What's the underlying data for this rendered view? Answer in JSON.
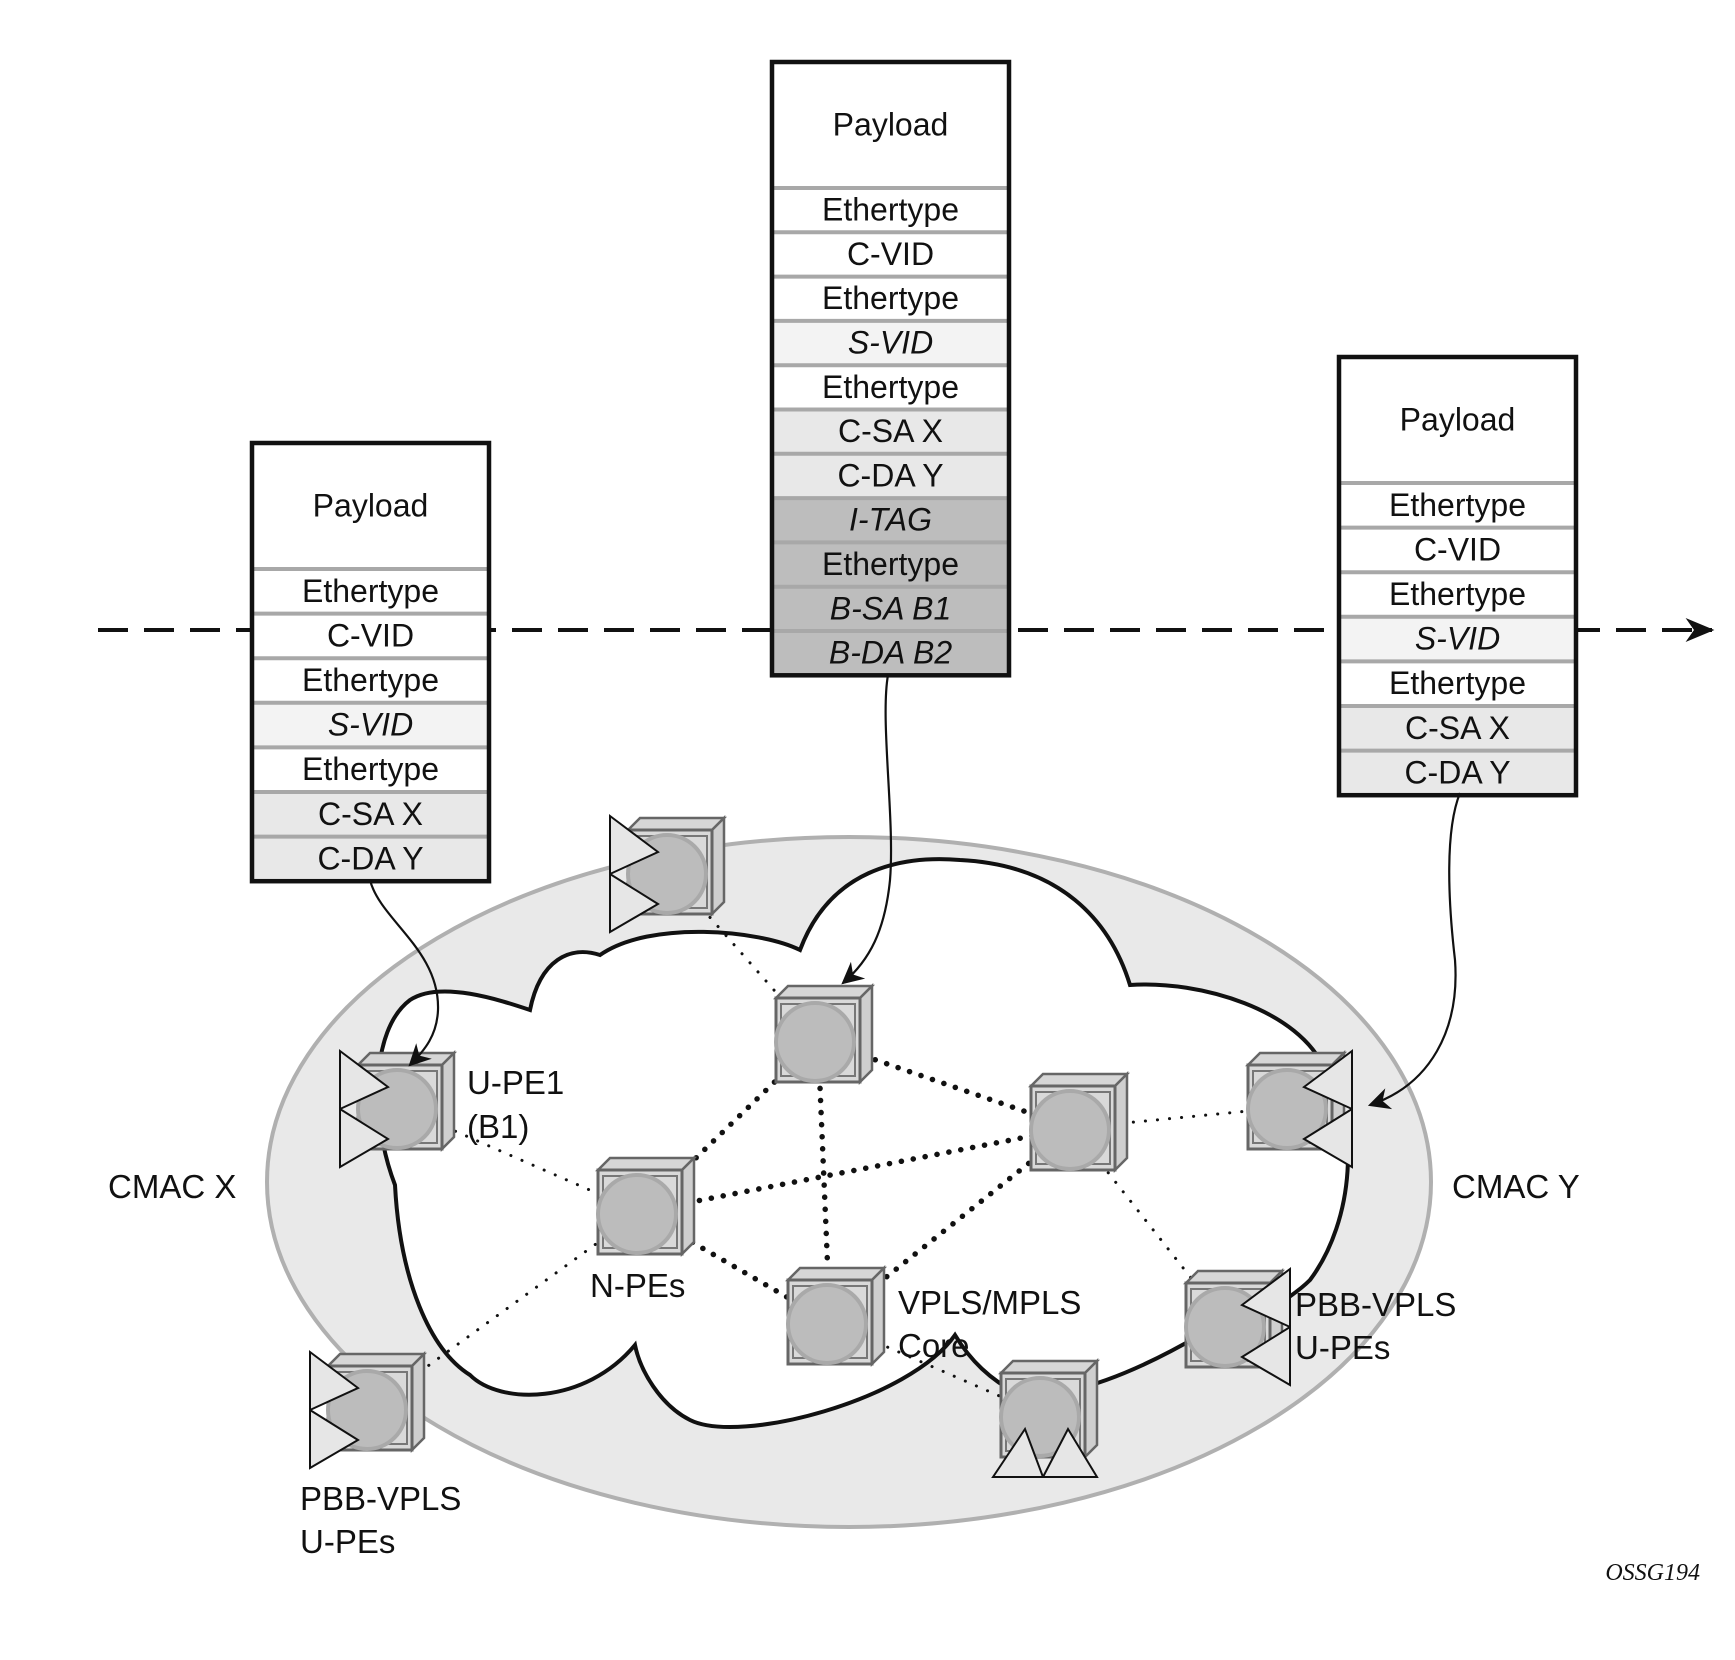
{
  "figure_id": "OSSG194",
  "colors": {
    "white": "#ffffff",
    "light": "#f3f3f3",
    "mid": "#e8e8e8",
    "dark": "#bdbdbd",
    "ellipse_fill": "#e9e9e9",
    "ellipse_stroke": "#b0b0b0",
    "node_fill": "#bcbcbc",
    "node_box": "#d9d9d9",
    "stroke": "#111111"
  },
  "frames": {
    "left": {
      "rows": [
        {
          "label": "Payload",
          "shade": "white",
          "italic": false
        },
        {
          "label": "Ethertype",
          "shade": "white",
          "italic": false
        },
        {
          "label": "C-VID",
          "shade": "white",
          "italic": false
        },
        {
          "label": "Ethertype",
          "shade": "white",
          "italic": false
        },
        {
          "label": "S-VID",
          "shade": "light",
          "italic": true
        },
        {
          "label": "Ethertype",
          "shade": "white",
          "italic": false
        },
        {
          "label": "C-SA X",
          "shade": "mid",
          "italic": false
        },
        {
          "label": "C-DA Y",
          "shade": "mid",
          "italic": false
        }
      ]
    },
    "center": {
      "rows": [
        {
          "label": "Payload",
          "shade": "white",
          "italic": false
        },
        {
          "label": "Ethertype",
          "shade": "white",
          "italic": false
        },
        {
          "label": "C-VID",
          "shade": "white",
          "italic": false
        },
        {
          "label": "Ethertype",
          "shade": "white",
          "italic": false
        },
        {
          "label": "S-VID",
          "shade": "light",
          "italic": true
        },
        {
          "label": "Ethertype",
          "shade": "white",
          "italic": false
        },
        {
          "label": "C-SA X",
          "shade": "mid",
          "italic": false
        },
        {
          "label": "C-DA Y",
          "shade": "mid",
          "italic": false
        },
        {
          "label": "I-TAG",
          "shade": "dark",
          "italic": true
        },
        {
          "label": "Ethertype",
          "shade": "dark",
          "italic": false
        },
        {
          "label": "B-SA B1",
          "shade": "dark",
          "italic": true
        },
        {
          "label": "B-DA B2",
          "shade": "dark",
          "italic": true
        }
      ]
    },
    "right": {
      "rows": [
        {
          "label": "Payload",
          "shade": "white",
          "italic": false
        },
        {
          "label": "Ethertype",
          "shade": "white",
          "italic": false
        },
        {
          "label": "C-VID",
          "shade": "white",
          "italic": false
        },
        {
          "label": "Ethertype",
          "shade": "white",
          "italic": false
        },
        {
          "label": "S-VID",
          "shade": "light",
          "italic": true
        },
        {
          "label": "Ethertype",
          "shade": "white",
          "italic": false
        },
        {
          "label": "C-SA X",
          "shade": "mid",
          "italic": false
        },
        {
          "label": "C-DA Y",
          "shade": "mid",
          "italic": false
        }
      ]
    }
  },
  "labels": {
    "cmac_x": "CMAC X",
    "cmac_y": "CMAC Y",
    "upe1_line1": "U-PE1",
    "upe1_line2": "(B1)",
    "npes": "N-PEs",
    "core_line1": "VPLS/MPLS",
    "core_line2": "Core",
    "upes_left_line1": "PBB-VPLS",
    "upes_left_line2": "U-PEs",
    "upes_right_line1": "PBB-VPLS",
    "upes_right_line2": "U-PEs"
  },
  "nodes": [
    {
      "id": "upe-top",
      "role": "PBB-VPLS U-PE",
      "ports": "left"
    },
    {
      "id": "upe1",
      "role": "U-PE1 (B1)",
      "ports": "left"
    },
    {
      "id": "upe-bottom-left",
      "role": "PBB-VPLS U-PE",
      "ports": "left"
    },
    {
      "id": "npe-top",
      "role": "N-PE",
      "ports": "none"
    },
    {
      "id": "npe-left",
      "role": "N-PE",
      "ports": "none"
    },
    {
      "id": "npe-bottom",
      "role": "N-PE",
      "ports": "none"
    },
    {
      "id": "npe-right",
      "role": "N-PE",
      "ports": "none"
    },
    {
      "id": "upe-right",
      "role": "PBB-VPLS U-PE",
      "ports": "right"
    },
    {
      "id": "upe-bottom-right",
      "role": "PBB-VPLS U-PE",
      "ports": "right"
    },
    {
      "id": "upe-bottom",
      "role": "PBB-VPLS U-PE",
      "ports": "bottom"
    }
  ],
  "links": {
    "core": [
      [
        "npe-top",
        "npe-left"
      ],
      [
        "npe-top",
        "npe-bottom"
      ],
      [
        "npe-top",
        "npe-right"
      ],
      [
        "npe-left",
        "npe-right"
      ],
      [
        "npe-left",
        "npe-bottom"
      ],
      [
        "npe-bottom",
        "npe-right"
      ]
    ],
    "access": [
      [
        "upe-top",
        "npe-top"
      ],
      [
        "upe1",
        "npe-left"
      ],
      [
        "upe-bottom-left",
        "npe-left"
      ],
      [
        "upe-right",
        "npe-right"
      ],
      [
        "upe-bottom-right",
        "npe-right"
      ],
      [
        "upe-bottom",
        "npe-bottom"
      ]
    ]
  }
}
